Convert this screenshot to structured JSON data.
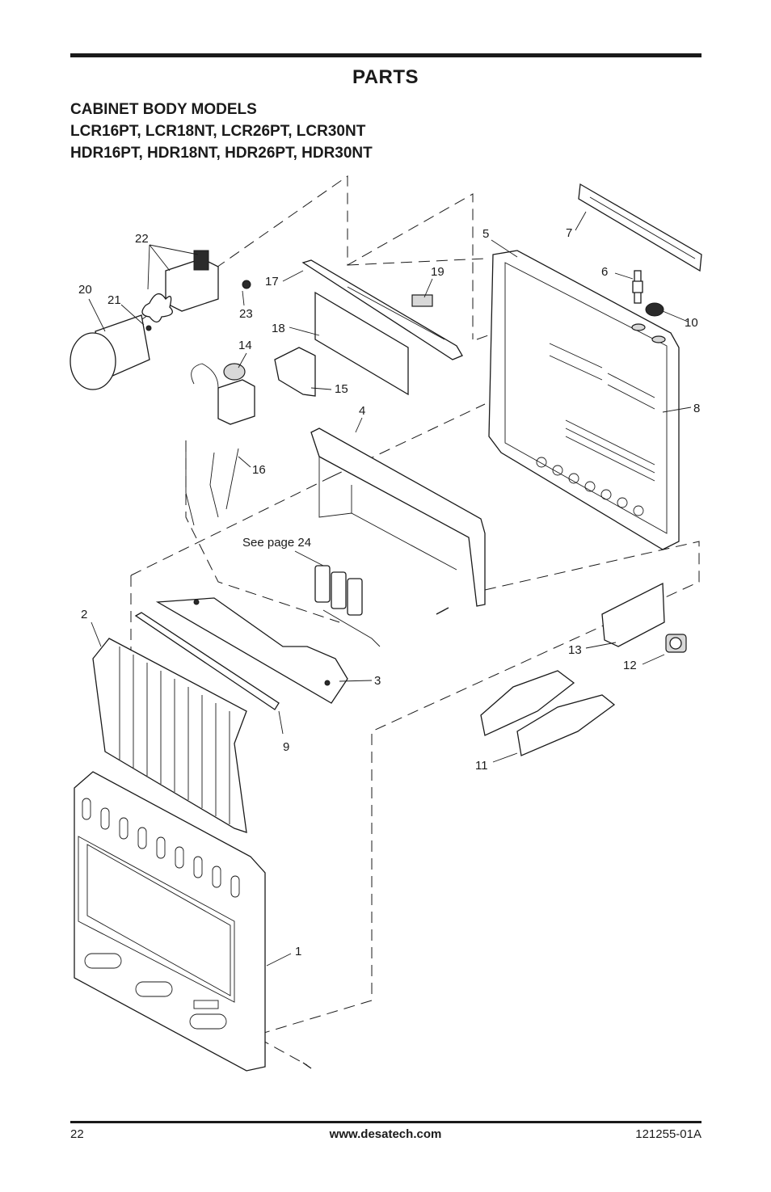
{
  "page": {
    "title": "PARTS",
    "subheading_1": "CABINET BODY MODELS",
    "subheading_2": "LCR16PT, LCR18NT, LCR26PT, LCR30NT",
    "subheading_3": "HDR16PT, HDR18NT, HDR26PT, HDR30NT"
  },
  "diagram": {
    "callouts": {
      "c1": "1",
      "c2": "2",
      "c3": "3",
      "c4": "4",
      "c5": "5",
      "c6": "6",
      "c7": "7",
      "c8": "8",
      "c9": "9",
      "c10": "10",
      "c11": "11",
      "c12": "12",
      "c13": "13",
      "c14": "14",
      "c15": "15",
      "c16": "16",
      "c17": "17",
      "c18": "18",
      "c19": "19",
      "c20": "20",
      "c21": "21",
      "c22": "22",
      "c23": "23"
    },
    "note": "See page 24"
  },
  "footer": {
    "page_number": "22",
    "website": "www.desatech.com",
    "doc_number": "121255-01A"
  }
}
